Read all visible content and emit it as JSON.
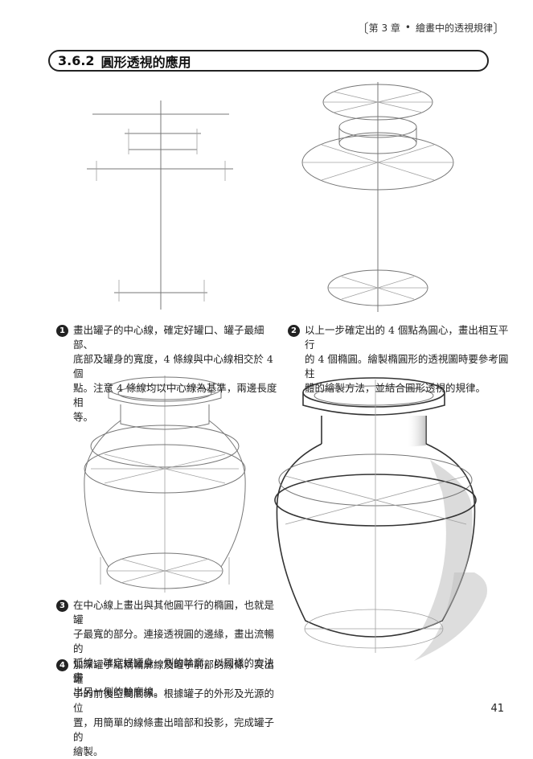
{
  "header": {
    "chapter": "第 3 章",
    "bullet": "•",
    "title": "繪畫中的透視規律"
  },
  "section": {
    "number": "3.6.2",
    "title": "圓形透視的應用"
  },
  "steps": [
    {
      "number": "1",
      "text": "畫出罐子的中心線，確定好罐口、罐子最細部、\n底部及罐身的寬度，4 條線與中心線相交於 4 個\n點。注意 4 條線均以中心線為基準，兩邊長度相\n等。"
    },
    {
      "number": "2",
      "text": "以上一步確定出的 4 個點為圓心，畫出相互平行\n的 4 個橢圓。繪製橢圓形的透視圖時要參考圓柱\n體的繪製方法，並結合圓形透視的規律。"
    },
    {
      "number": "3",
      "text": "在中心線上畫出與其他圓平行的橢圓，也就是罐\n子最寬的部分。連接透視圓的邊緣，畫出流暢的\n弧線，確定好罐身一側的輪廓，以同樣的方法畫\n出另一側的輪廓線。"
    },
    {
      "number": "4",
      "text": "加深罐子結構輪廓線及罐子前部的線條，突出罐\n子的前後空間關係。根據罐子的外形及光源的位\n置，用簡單的線條畫出暗部和投影，完成罐子的\n繪製。"
    }
  ],
  "page_number": "41"
}
